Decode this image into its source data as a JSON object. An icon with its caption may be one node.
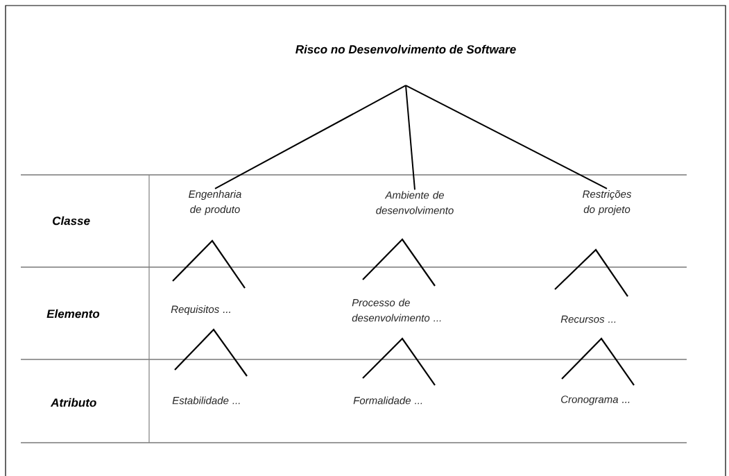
{
  "diagram": {
    "nodes": [
      {
        "text": [
          "Risco no Desenvolvimento de Software"
        ]
      },
      {
        "text": [
          "Engenharia de produto"
        ]
      },
      {
        "text": [
          "Ambiente de desenvolvimento"
        ]
      },
      {
        "text": [
          "Restrições do projeto"
        ]
      }
    ],
    "edges": [
      {
        "from": 0,
        "to": 1,
        "arrow": "none"
      },
      {
        "from": 0,
        "to": 2,
        "arrow": "none"
      },
      {
        "from": 0,
        "to": 3,
        "arrow": "none"
      }
    ],
    "labels": [
      "Classe",
      "Elemento",
      "Requisitos ...",
      "Processo de desenvolvimento ...",
      "Recursos ...",
      "Atributo",
      "Estabilidade ...",
      "Formalidade ...",
      "Cronograma ..."
    ]
  }
}
